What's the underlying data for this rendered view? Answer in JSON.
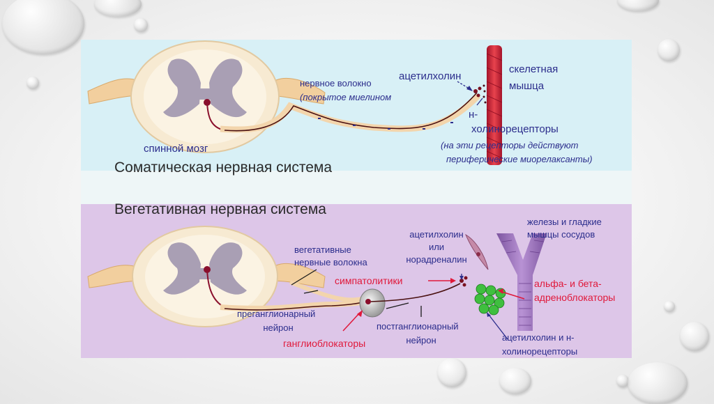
{
  "somatic": {
    "title": "Соматическая нервная система",
    "spinal_cord": "спинной мозг",
    "nerve_fiber": "нервное волокно",
    "myelin_note": "(покрытое миелином",
    "acetylcholine": "ацетилхолин",
    "skeletal_muscle_1": "скелетная",
    "skeletal_muscle_2": "мышца",
    "n_prefix": "н-",
    "cholinoreceptors": "холинорецепторы",
    "note_1": "(на эти рецепторы действуют",
    "note_2": "периферические миорелаксанты)"
  },
  "autonomic": {
    "title": "Вегетативная нервная система",
    "veg_fibers_1": "вегетативные",
    "veg_fibers_2": "нервные волокна",
    "acetyl_1": "ацетилхолин",
    "acetyl_2": "или",
    "acetyl_3": "норадреналин",
    "glands_1": "железы и гладкие",
    "glands_2": "мышцы сосудов",
    "sympatholytics": "симпатолитики",
    "alpha_beta_1": "альфа- и бета-",
    "alpha_beta_2": "адреноблокаторы",
    "pregang_1": "преганглионарный",
    "pregang_2": "нейрон",
    "ganglioblockers": "ганглиоблокаторы",
    "postgang_1": "постганглионарный",
    "postgang_2": "нейрон",
    "acetyl_n_1": "ацетилхолин и н-",
    "acetyl_n_2": "холинорецепторы"
  },
  "colors": {
    "label_blue": "#2b2d8c",
    "label_red": "#e0183a",
    "top_panel": "#d8f0f6",
    "bottom_panel": "#ddc6e8",
    "muscle": "#d8323c",
    "vessel": "#9a6fb8",
    "gland": "#3fbf3f"
  }
}
